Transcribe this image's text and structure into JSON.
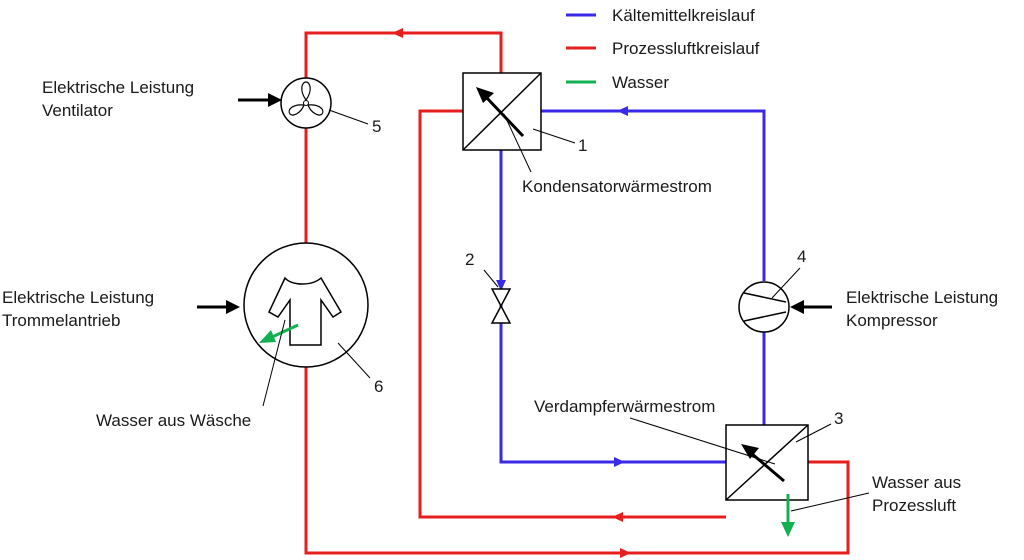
{
  "colors": {
    "refrigerant": "#3a2ae6",
    "process_air": "#e61e1e",
    "water": "#12b050",
    "line": "#000000"
  },
  "legend": [
    {
      "key": "refrigerant",
      "label": "Kältemittelkreislauf"
    },
    {
      "key": "process_air",
      "label": "Prozessluftkreislauf"
    },
    {
      "key": "water",
      "label": "Wasser"
    }
  ],
  "labels": {
    "fan_power_1": "Elektrische Leistung",
    "fan_power_2": "Ventilator",
    "drum_power_1": "Elektrische Leistung",
    "drum_power_2": "Trommelantrieb",
    "compressor_power_1": "Elektrische Leistung",
    "compressor_power_2": "Kompressor",
    "condenser_heat": "Kondensatorwärmestrom",
    "evaporator_heat": "Verdampferwärmestrom",
    "water_laundry": "Wasser aus Wäsche",
    "water_air_1": "Wasser aus",
    "water_air_2": "Prozessluft"
  },
  "components": {
    "condenser": "1",
    "expansion_valve": "2",
    "evaporator": "3",
    "compressor": "4",
    "fan": "5",
    "drum": "6"
  },
  "icons": {
    "fan": "fan-icon",
    "drum": "drum-icon",
    "laundry": "shirt-icon",
    "compressor": "compressor-icon",
    "valve": "expansion-valve-icon",
    "heat_exchanger": "heat-exchanger-icon"
  }
}
